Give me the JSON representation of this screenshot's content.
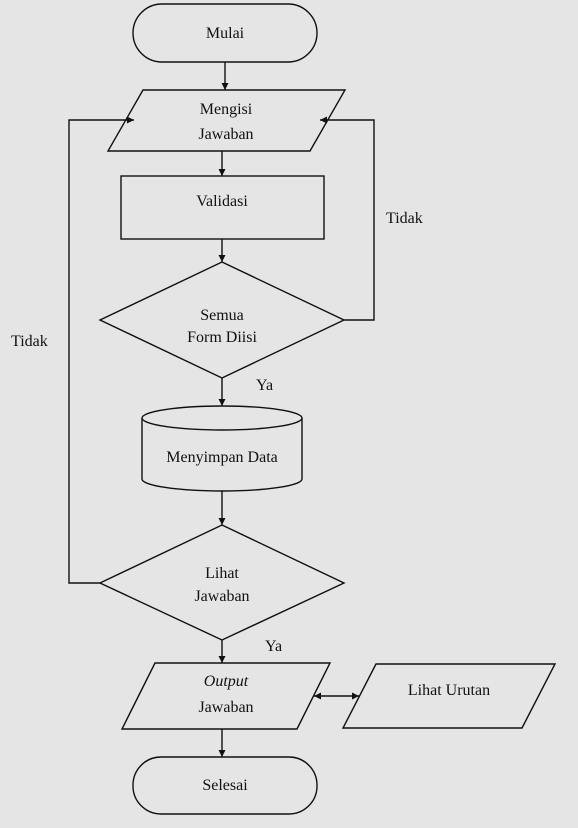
{
  "nodes": {
    "start": "Mulai",
    "input_answer": [
      "Mengisi",
      "Jawaban"
    ],
    "validation": "Validasi",
    "decision_all_filled": [
      "Semua",
      "Form Diisi"
    ],
    "store_data": "Menyimpan Data",
    "decision_view_answer": [
      "Lihat",
      "Jawaban"
    ],
    "output_answer": [
      "Output",
      "Jawaban"
    ],
    "view_order": "Lihat Urutan",
    "end": "Selesai"
  },
  "edge_labels": {
    "not_filled": "Tidak",
    "filled": "Ya",
    "not_view": "Tidak",
    "view": "Ya"
  }
}
